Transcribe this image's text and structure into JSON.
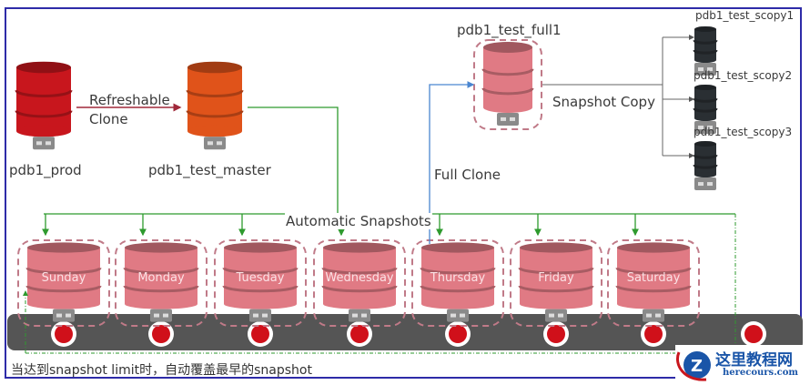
{
  "nodes": {
    "prod": {
      "label": "pdb1_prod",
      "color": "#c8161d"
    },
    "master": {
      "label": "pdb1_test_master",
      "color": "#e0531a"
    },
    "full": {
      "label": "pdb1_test_full1",
      "color": "#e07a84"
    },
    "scopies": [
      {
        "label": "pdb1_test_scopy1"
      },
      {
        "label": "pdb1_test_scopy2"
      },
      {
        "label": "pdb1_test_scopy3"
      }
    ]
  },
  "edges": {
    "refreshable": [
      "Refreshable",
      "Clone"
    ],
    "full_clone": "Full Clone",
    "snapshot_copy": "Snapshot Copy",
    "automatic": "Automatic Snapshots"
  },
  "snapshots": [
    "Sunday",
    "Monday",
    "Tuesday",
    "Wednesday",
    "Thursday",
    "Friday",
    "Saturday"
  ],
  "note": "当达到snapshot limit时，自动覆盖最早的snapshot",
  "watermark": {
    "title": "这里教程网",
    "url": "herecours.com"
  },
  "colors": {
    "frame": "#2e2ba8",
    "green_line": "#2e9a2e",
    "blue_line": "#4a86d0",
    "belt": "#555555",
    "dot": "#d0101a"
  }
}
